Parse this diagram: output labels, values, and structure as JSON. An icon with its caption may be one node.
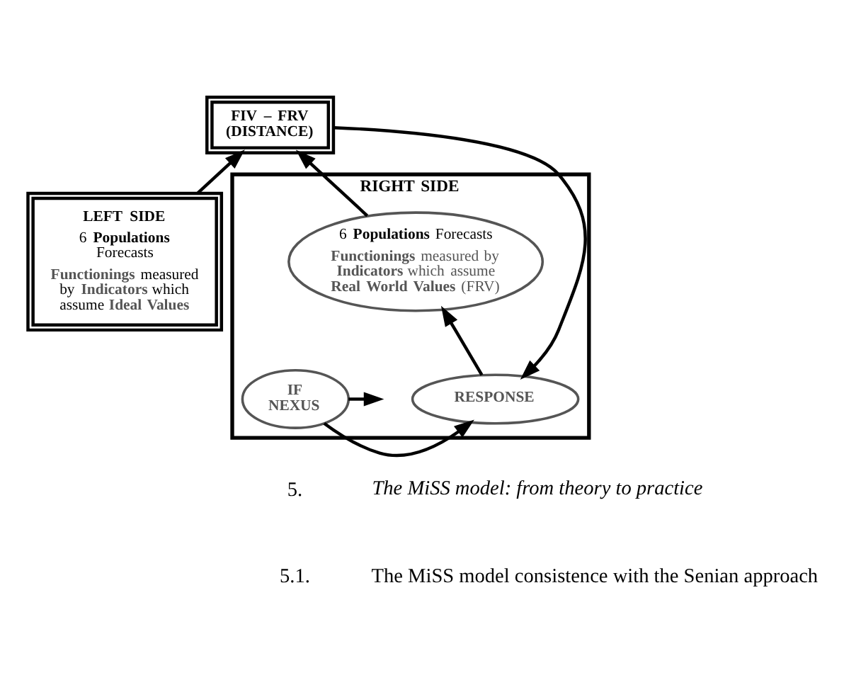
{
  "diagram": {
    "nodes": [
      {
        "text": [
          "FIV – FRV (DISTANCE)"
        ]
      },
      {
        "text": [
          "LEFT SIDE",
          "6 **Populations** Forecasts",
          "**Functionings** measured by **Indicators** which assume **Ideal Values**"
        ]
      },
      {
        "text": [
          "RIGHT SIDE"
        ]
      },
      {
        "text": [
          "6 **Populations** Forecasts",
          "**Functionings** measured by **Indicators** which assume **Real World Values** (FRV)"
        ],
        "in": 2
      },
      {
        "text": [
          "IF NEXUS"
        ],
        "in": 2
      },
      {
        "text": [
          "RESPONSE"
        ],
        "in": 2
      }
    ],
    "edges": [
      {
        "from": 1,
        "to": 0,
        "arrow": "to"
      },
      {
        "from": 3,
        "to": 0,
        "arrow": "to"
      },
      {
        "from": 0,
        "to": 5,
        "arrow": "to"
      },
      {
        "from": 5,
        "to": 3,
        "arrow": "to"
      },
      {
        "from": 4,
        "to": null,
        "arrow": "to"
      },
      {
        "from": 4,
        "to": 5,
        "arrow": "to"
      }
    ],
    "labels": [
      "5.",
      "The MiSS model: from theory to practice",
      "5.1.",
      "The MiSS model consistence with the Senian approach"
    ]
  }
}
